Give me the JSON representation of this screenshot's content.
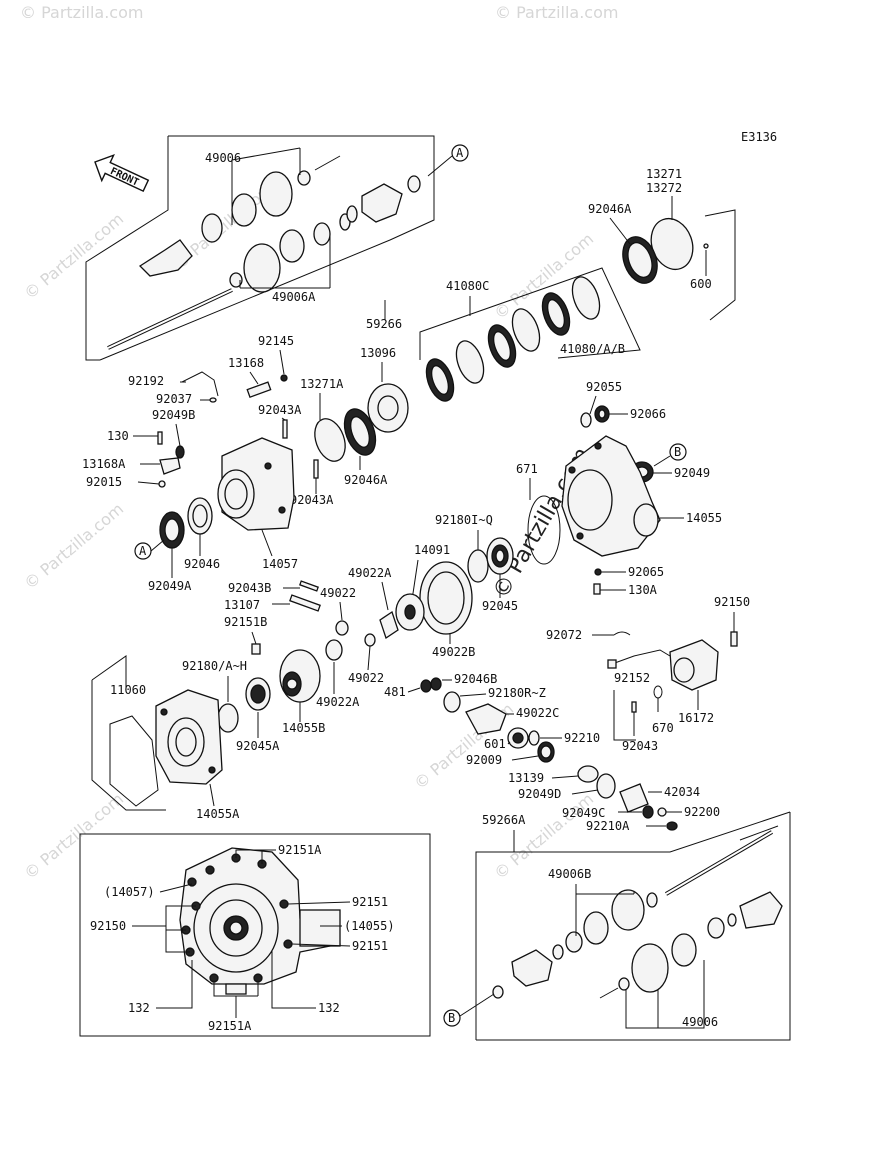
{
  "diagram_code": "E3136",
  "front_label": "FRONT",
  "watermark": "© Partzilla.com",
  "watermark_center": "© Partzilla.com",
  "callouts": {
    "a": "A",
    "b": "B"
  },
  "labels": {
    "p49006": "49006",
    "p49006a": "49006A",
    "p59266": "59266",
    "p13271": "13271",
    "p13272": "13272",
    "p92046a_top": "92046A",
    "p600": "600",
    "p41080c": "41080C",
    "p41080ab": "41080/A/B",
    "p92145": "92145",
    "p13168": "13168",
    "p13096": "13096",
    "p92192": "92192",
    "p92037": "92037",
    "p92049b": "92049B",
    "p13271a": "13271A",
    "p92043a_1": "92043A",
    "p92055": "92055",
    "p92066": "92066",
    "p130": "130",
    "p13168a": "13168A",
    "p92015": "92015",
    "p92046a_mid": "92046A",
    "p92043a_2": "92043A",
    "p92049": "92049",
    "p671": "671",
    "p14055": "14055",
    "p92180iq": "92180I~Q",
    "p14091": "14091",
    "p92046": "92046",
    "p14057": "14057",
    "p92049a": "92049A",
    "p49022a_top": "49022A",
    "p92045": "92045",
    "p92065": "92065",
    "p130a": "130A",
    "p92043b": "92043B",
    "p49022_top": "49022",
    "p13107": "13107",
    "p92151b": "92151B",
    "p49022b": "49022B",
    "p92150_top": "92150",
    "p92072": "92072",
    "p92180ah": "92180/A~H",
    "p49022_bot": "49022",
    "p92046b": "92046B",
    "p11060": "11060",
    "p481": "481",
    "p92180rz": "92180R~Z",
    "p14055b": "14055B",
    "p49022a_bot": "49022A",
    "p92152": "92152",
    "p49022c": "49022C",
    "p92045a": "92045A",
    "p601": "601",
    "p92210": "92210",
    "p670": "670",
    "p16172": "16172",
    "p92043": "92043",
    "p92009": "92009",
    "p13139": "13139",
    "p42034": "42034",
    "p14055a": "14055A",
    "p92049d": "92049D",
    "p92049c": "92049C",
    "p92200": "92200",
    "p92210a": "92210A",
    "p59266a": "59266A",
    "p92151a_top": "92151A",
    "p14057_paren": "(14057)",
    "p92151_1": "92151",
    "p49006b": "49006B",
    "p92150_bot": "92150",
    "p14055_paren": "(14055)",
    "p92151_2": "92151",
    "p132_l": "132",
    "p132_r": "132",
    "p92151a_bot": "92151A",
    "p49006_bot": "49006"
  }
}
